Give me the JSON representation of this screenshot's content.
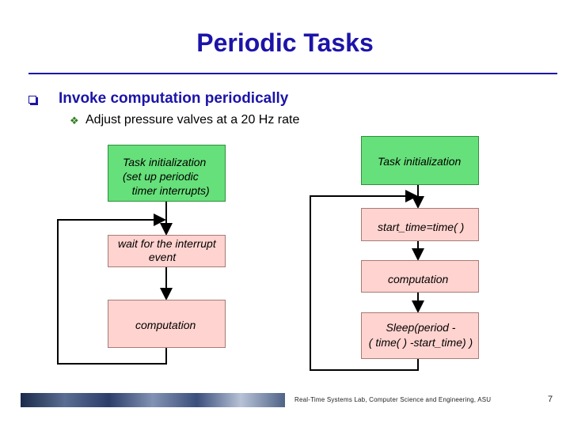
{
  "title": "Periodic Tasks",
  "bullets": {
    "level1": "Invoke computation periodically",
    "level2": "Adjust pressure valves at a 20 Hz rate"
  },
  "left_flow": {
    "init": "Task initialization\n(set up periodic\n   timer interrupts)",
    "wait": "wait for the interrupt\n          event",
    "compute": "computation"
  },
  "right_flow": {
    "init": "Task initialization",
    "start": "start_time=time( )",
    "compute": "computation",
    "sleep": "Sleep(period -\n( time( ) -start_time) )"
  },
  "footer": {
    "text": "Real-Time Systems Lab, Computer Science and Engineering, ASU",
    "page": "7"
  },
  "colors": {
    "title": "#1c14a8",
    "init_box": "#66e07a",
    "other_box": "#ffd3cf"
  }
}
